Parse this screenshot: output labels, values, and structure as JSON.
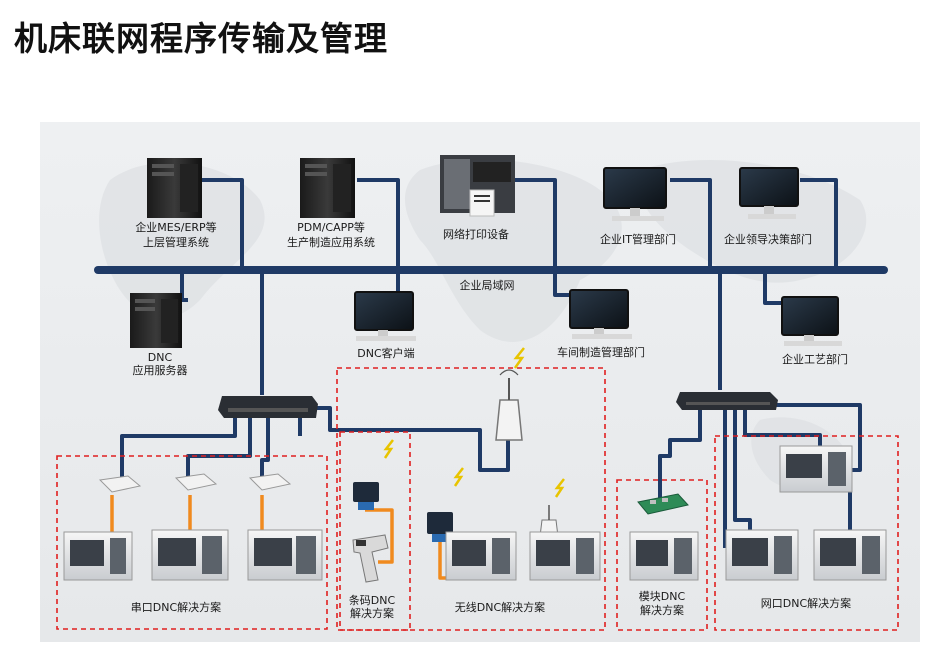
{
  "title": "机床联网程序传输及管理",
  "labels": {
    "mes_erp": [
      "企业MES/ERP等",
      "上层管理系统"
    ],
    "pdm_capp": [
      "PDM/CAPP等",
      "生产制造应用系统"
    ],
    "network_printer": "网络打印设备",
    "it_dept": "企业IT管理部门",
    "leadership_dept": "企业领导决策部门",
    "lan": "企业局域网",
    "dnc_server": [
      "DNC",
      "应用服务器"
    ],
    "dnc_client": "DNC客户端",
    "workshop_dept": "车间制造管理部门",
    "process_dept": "企业工艺部门",
    "serial_solution": "串口DNC解决方案",
    "barcode_solution": [
      "条码DNC",
      "解决方案"
    ],
    "wireless_solution": "无线DNC解决方案",
    "module_solution": [
      "模块DNC",
      "解决方案"
    ],
    "ethernet_solution": "网口DNC解决方案"
  },
  "colors": {
    "network_line": "#1f3a66",
    "serial_cable": "#f08a1e",
    "dashed_box": "#e02020",
    "wireless_signal": "#e8c400"
  }
}
